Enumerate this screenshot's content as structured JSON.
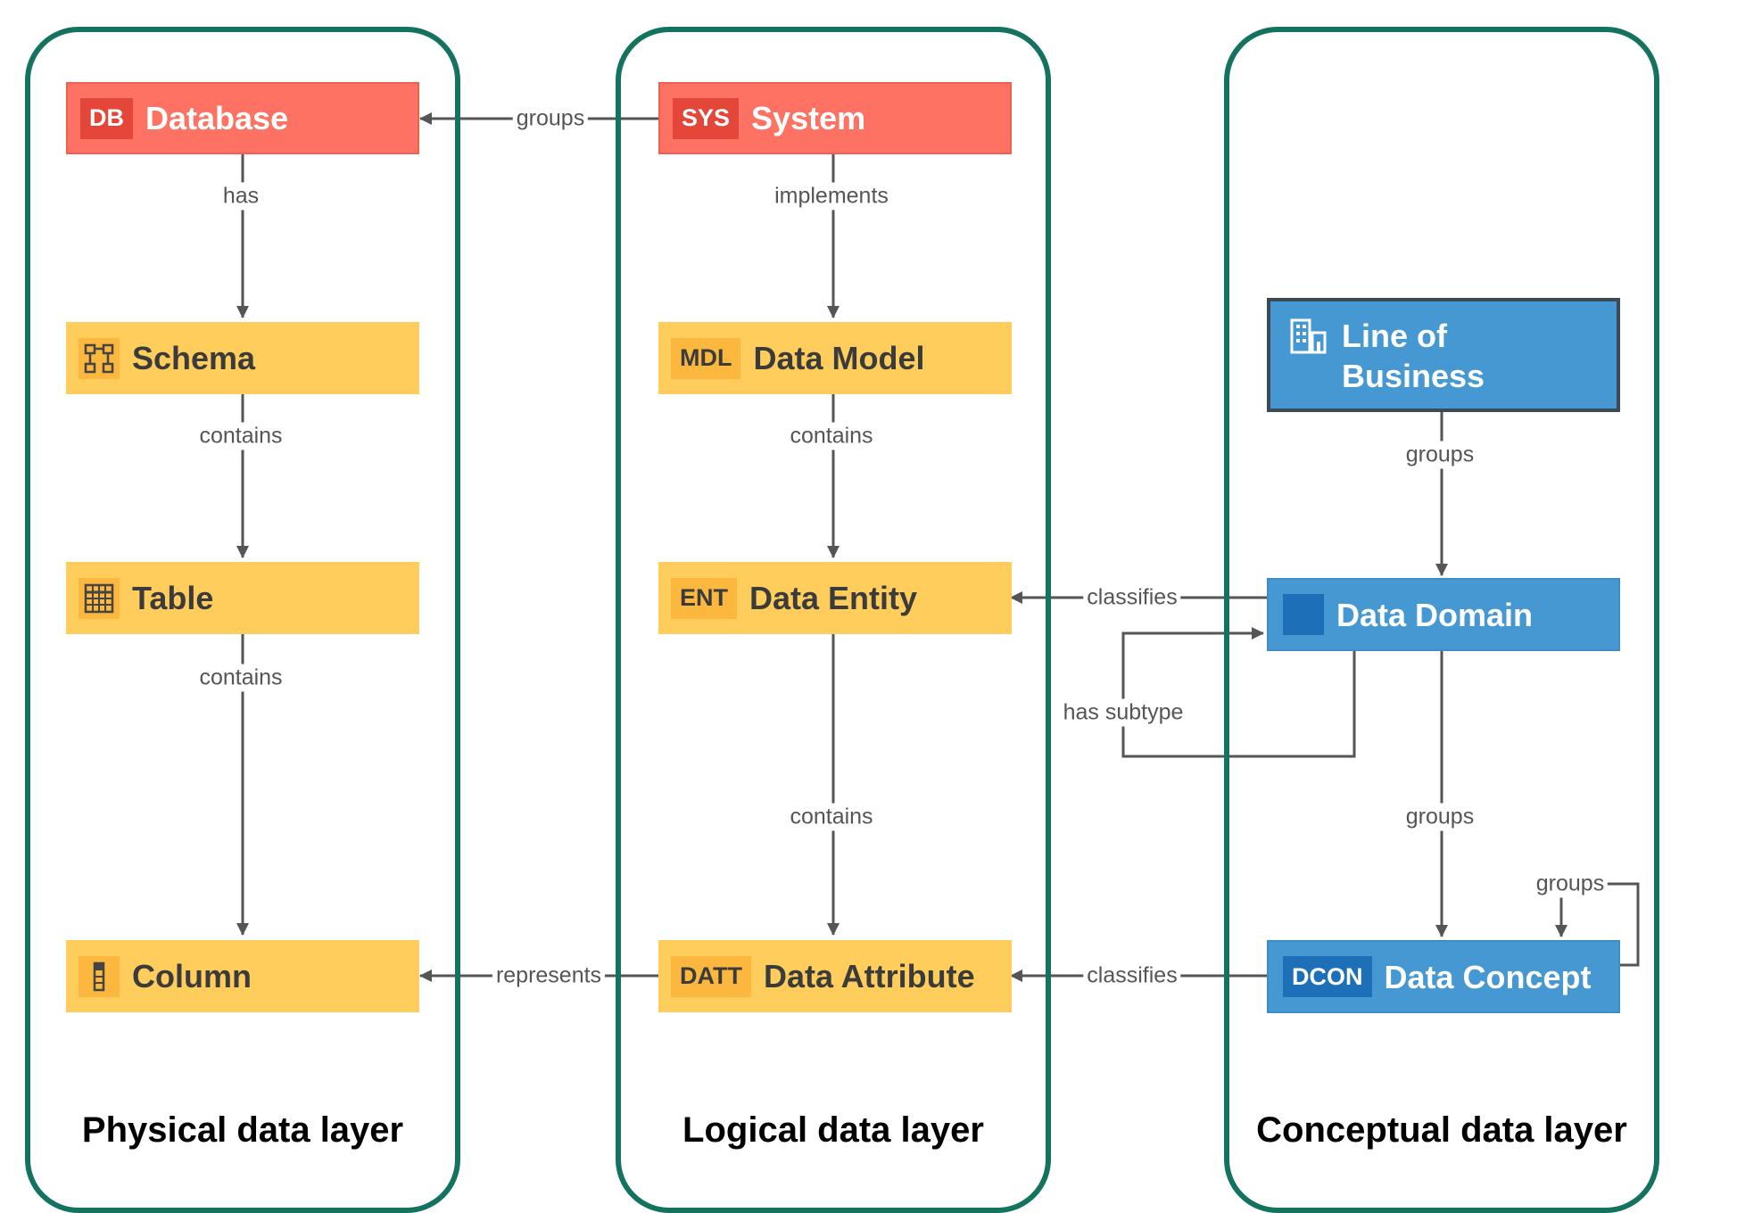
{
  "layers": {
    "physical": "Physical data layer",
    "logical": "Logical data layer",
    "conceptual": "Conceptual data layer"
  },
  "nodes": {
    "database": {
      "badge": "DB",
      "label": "Database"
    },
    "schema": {
      "icon": "schema-icon",
      "label": "Schema"
    },
    "table": {
      "icon": "table-grid-icon",
      "label": "Table"
    },
    "column": {
      "icon": "column-icon",
      "label": "Column"
    },
    "system": {
      "badge": "SYS",
      "label": "System"
    },
    "data_model": {
      "badge": "MDL",
      "label": "Data Model"
    },
    "data_entity": {
      "badge": "ENT",
      "label": "Data Entity"
    },
    "data_attribute": {
      "badge": "DATT",
      "label": "Data Attribute"
    },
    "line_of_business": {
      "icon": "building-icon",
      "label": "Line of Business"
    },
    "data_domain": {
      "icon": "domain-square-icon",
      "label": "Data Domain"
    },
    "data_concept": {
      "badge": "DCON",
      "label": "Data Concept"
    }
  },
  "edges": {
    "system_database": "groups",
    "database_schema": "has",
    "schema_table": "contains",
    "table_column": "contains",
    "system_model": "implements",
    "model_entity": "contains",
    "entity_attribute": "contains",
    "attribute_column": "represents",
    "domain_entity": "classifies",
    "concept_attribute": "classifies",
    "lob_domain": "groups",
    "domain_subtype": "has subtype",
    "domain_concept": "groups",
    "concept_self": "groups"
  },
  "colors": {
    "frame": "#14735f",
    "red_node": "#fe7264",
    "yellow_node": "#ffcd5c",
    "blue_node": "#4698d2",
    "edge": "#555555"
  }
}
